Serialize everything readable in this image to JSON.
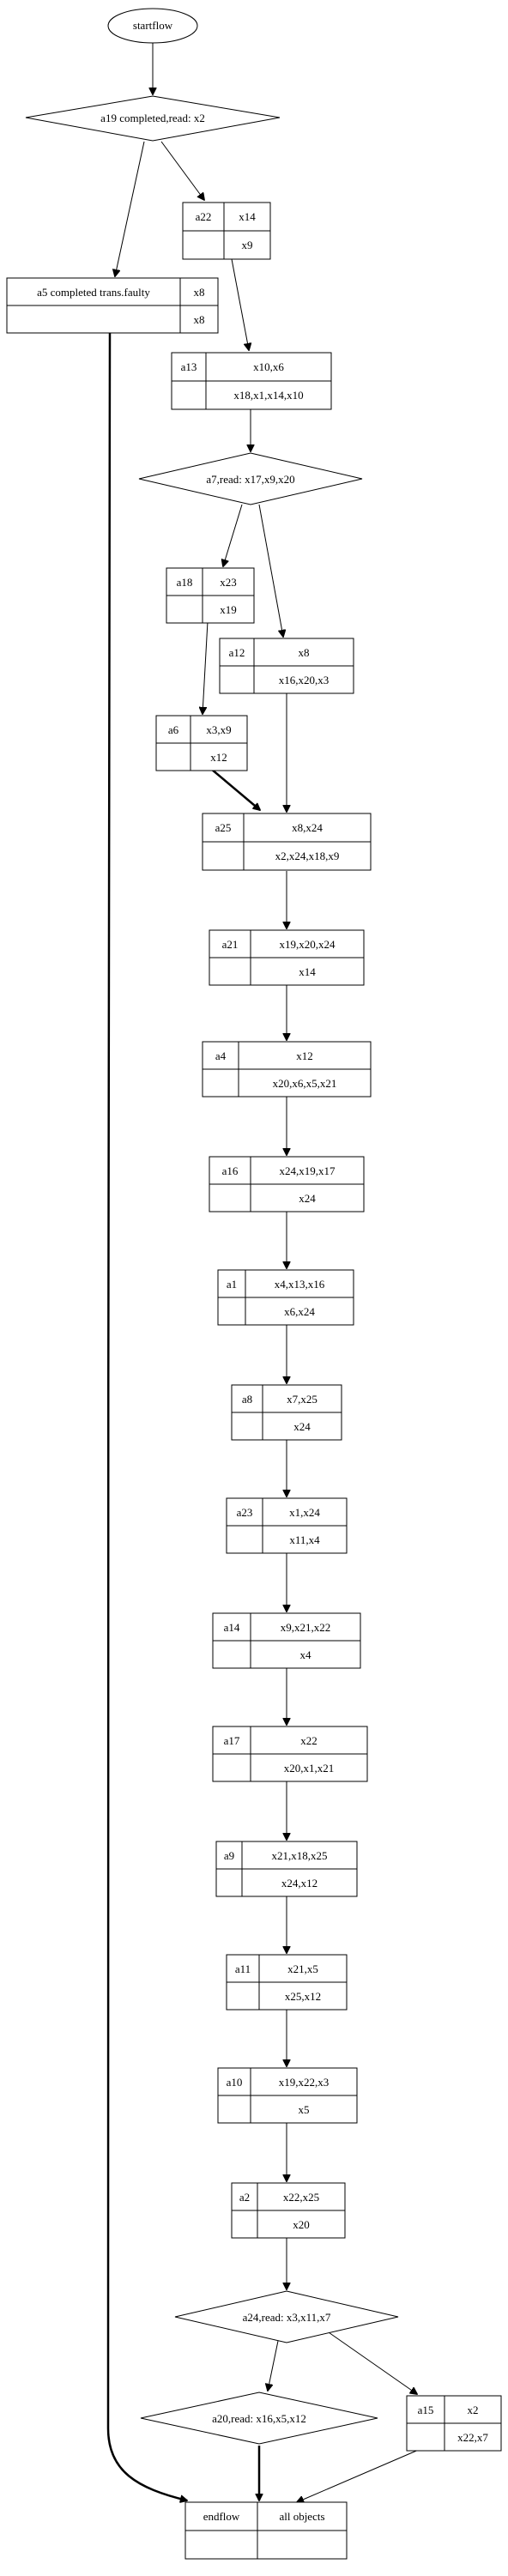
{
  "nodes": {
    "start": {
      "label": "startflow"
    },
    "d_a19": {
      "label": "a19 completed,read: x2"
    },
    "a22": {
      "id": "a22",
      "top": "x14",
      "bottom": "x9"
    },
    "a5": {
      "id": "a5 completed trans.faulty",
      "top": "x8",
      "bottom": "x8"
    },
    "a13": {
      "id": "a13",
      "top": "x10,x6",
      "bottom": "x18,x1,x14,x10"
    },
    "d_a7": {
      "label": "a7,read: x17,x9,x20"
    },
    "a18": {
      "id": "a18",
      "top": "x23",
      "bottom": "x19"
    },
    "a12": {
      "id": "a12",
      "top": "x8",
      "bottom": "x16,x20,x3"
    },
    "a6": {
      "id": "a6",
      "top": "x3,x9",
      "bottom": "x12"
    },
    "a25": {
      "id": "a25",
      "top": "x8,x24",
      "bottom": "x2,x24,x18,x9"
    },
    "a21": {
      "id": "a21",
      "top": "x19,x20,x24",
      "bottom": "x14"
    },
    "a4": {
      "id": "a4",
      "top": "x12",
      "bottom": "x20,x6,x5,x21"
    },
    "a16": {
      "id": "a16",
      "top": "x24,x19,x17",
      "bottom": "x24"
    },
    "a1": {
      "id": "a1",
      "top": "x4,x13,x16",
      "bottom": "x6,x24"
    },
    "a8": {
      "id": "a8",
      "top": "x7,x25",
      "bottom": "x24"
    },
    "a23": {
      "id": "a23",
      "top": "x1,x24",
      "bottom": "x11,x4"
    },
    "a14": {
      "id": "a14",
      "top": "x9,x21,x22",
      "bottom": "x4"
    },
    "a17": {
      "id": "a17",
      "top": "x22",
      "bottom": "x20,x1,x21"
    },
    "a9": {
      "id": "a9",
      "top": "x21,x18,x25",
      "bottom": "x24,x12"
    },
    "a11": {
      "id": "a11",
      "top": "x21,x5",
      "bottom": "x25,x12"
    },
    "a10": {
      "id": "a10",
      "top": "x19,x22,x3",
      "bottom": "x5"
    },
    "a2": {
      "id": "a2",
      "top": "x22,x25",
      "bottom": "x20"
    },
    "d_a24": {
      "label": "a24,read: x3,x11,x7"
    },
    "d_a20": {
      "label": "a20,read: x16,x5,x12"
    },
    "a15": {
      "id": "a15",
      "top": "x2",
      "bottom": "x22,x7"
    },
    "end": {
      "left": "endflow",
      "right": "all objects"
    }
  }
}
